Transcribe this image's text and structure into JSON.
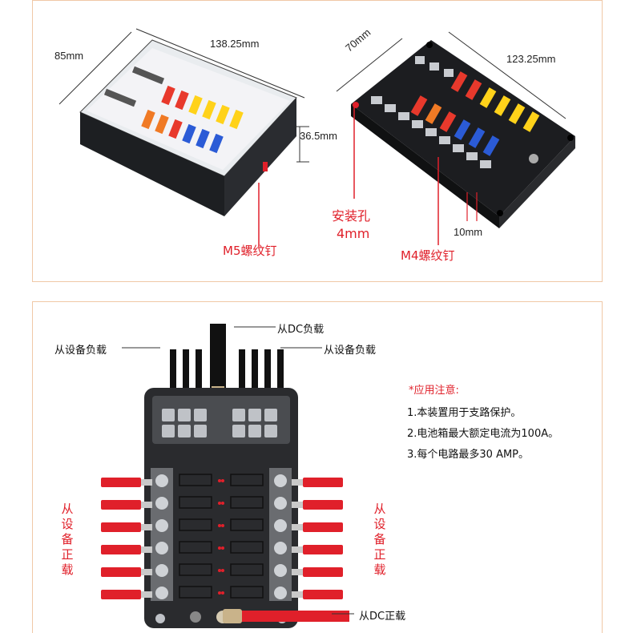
{
  "top_panel": {
    "dim_width_1": "138.25mm",
    "dim_depth_1": "85mm",
    "dim_height": "36.5mm",
    "screw_1": "M5螺纹钉",
    "dim_width_2": "123.25mm",
    "dim_depth_2": "70mm",
    "hole_label_1": "安装孔",
    "hole_label_2": "4mm",
    "dim_pitch": "10mm",
    "screw_2": "M4螺纹钉"
  },
  "bottom_panel": {
    "dc_neg": "从DC负载",
    "load_neg_left": "从设备负载",
    "load_neg_right": "从设备负载",
    "load_pos_chars": [
      "从",
      "设",
      "备",
      "正",
      "载"
    ],
    "dc_pos": "从DC正载",
    "notes_title": "*应用注意:",
    "notes": [
      "1.本装置用于支路保护。",
      "2.电池箱最大额定电流为100A。",
      "3.每个电路最多30 AMP。"
    ]
  },
  "colors": {
    "accent_red": "#e0202a",
    "panel_border": "#f0c8a6"
  }
}
